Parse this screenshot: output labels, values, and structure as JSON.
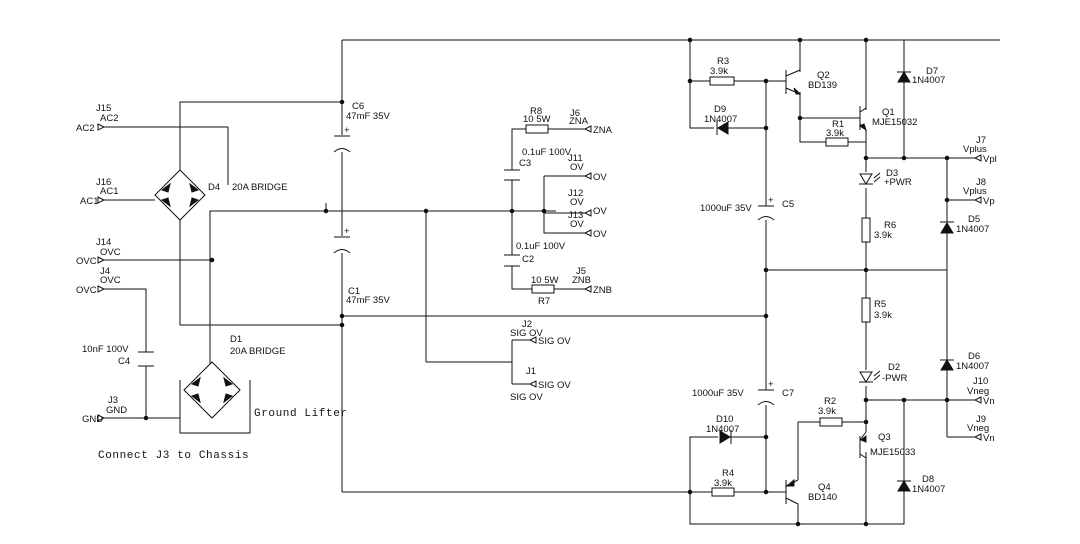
{
  "notes": {
    "ground_lifter": "Ground Lifter",
    "chassis": "Connect J3 to Chassis"
  },
  "connectors": {
    "j15_ref": "J15",
    "j15_name": "AC2",
    "j15_pin": "AC2",
    "j16_ref": "J16",
    "j16_name": "AC1",
    "j16_pin": "AC1",
    "j14_ref": "J14",
    "j14_name": "OVC",
    "j14_pin": "OVC",
    "j4_ref": "J4",
    "j4_name": "OVC",
    "j4_pin": "OVC",
    "j3_ref": "J3",
    "j3_name": "GND",
    "j3_pin": "GND",
    "j6_ref": "J6",
    "j6_name": "ZNA",
    "j6_pin": "ZNA",
    "j11_ref": "J11",
    "j11_name": "OV",
    "j11_pin": "OV",
    "j12_ref": "J12",
    "j12_name": "OV",
    "j12_pin": "OV",
    "j13_ref": "J13",
    "j13_name": "OV",
    "j13_pin": "OV",
    "j5_ref": "J5",
    "j5_name": "ZNB",
    "j5_pin": "ZNB",
    "j2_ref": "J2",
    "j2_name": "SIG OV",
    "j2_pin": "SIG OV",
    "j1_ref": "J1",
    "j1_name": "SIG OV",
    "j1_pin": "SIG OV",
    "j7_ref": "J7",
    "j7_name": "Vplus",
    "j7_pin": "Vpl",
    "j8_ref": "J8",
    "j8_name": "Vplus",
    "j8_pin": "Vp",
    "j10_ref": "J10",
    "j10_name": "Vneg",
    "j10_pin": "Vn",
    "j9_ref": "J9",
    "j9_name": "Vneg",
    "j9_pin": "Vn"
  },
  "parts": {
    "d4_ref": "D4",
    "d4_val": "20A BRIDGE",
    "d1_ref": "D1",
    "d1_val": "20A BRIDGE",
    "c6_ref": "C6",
    "c6_val": "47mF 35V",
    "c1_ref": "C1",
    "c1_val": "47mF 35V",
    "c4_ref": "C4",
    "c4_val": "10nF 100V",
    "r8_ref": "R8",
    "r8_val": "10 5W",
    "c3_ref": "C3",
    "c3_val": "0.1uF 100V",
    "c2_ref": "C2",
    "c2_val": "0.1uF 100V",
    "r7_ref": "R7",
    "r7_val": "10 5W",
    "r3_ref": "R3",
    "r3_val": "3.9k",
    "d9_ref": "D9",
    "d9_val": "1N4007",
    "q2_ref": "Q2",
    "q2_val": "BD139",
    "r1_ref": "R1",
    "r1_val": "3.9k",
    "q1_ref": "Q1",
    "q1_val": "MJE15032",
    "d7_ref": "D7",
    "d7_val": "1N4007",
    "c5_ref": "C5",
    "c5_val": "1000uF 35V",
    "d3_ref": "D3",
    "d3_val": "+PWR",
    "r6_ref": "R6",
    "r6_val": "3.9k",
    "d5_ref": "D5",
    "d5_val": "1N4007",
    "r5_ref": "R5",
    "r5_val": "3.9k",
    "d2_ref": "D2",
    "d2_val": "-PWR",
    "d6_ref": "D6",
    "d6_val": "1N4007",
    "c7_ref": "C7",
    "c7_val": "1000uF 35V",
    "r2_ref": "R2",
    "r2_val": "3.9k",
    "q3_ref": "Q3",
    "q3_val": "MJE15033",
    "d10_ref": "D10",
    "d10_val": "1N4007",
    "r4_ref": "R4",
    "r4_val": "3.9k",
    "q4_ref": "Q4",
    "q4_val": "BD140",
    "d8_ref": "D8",
    "d8_val": "1N4007"
  }
}
